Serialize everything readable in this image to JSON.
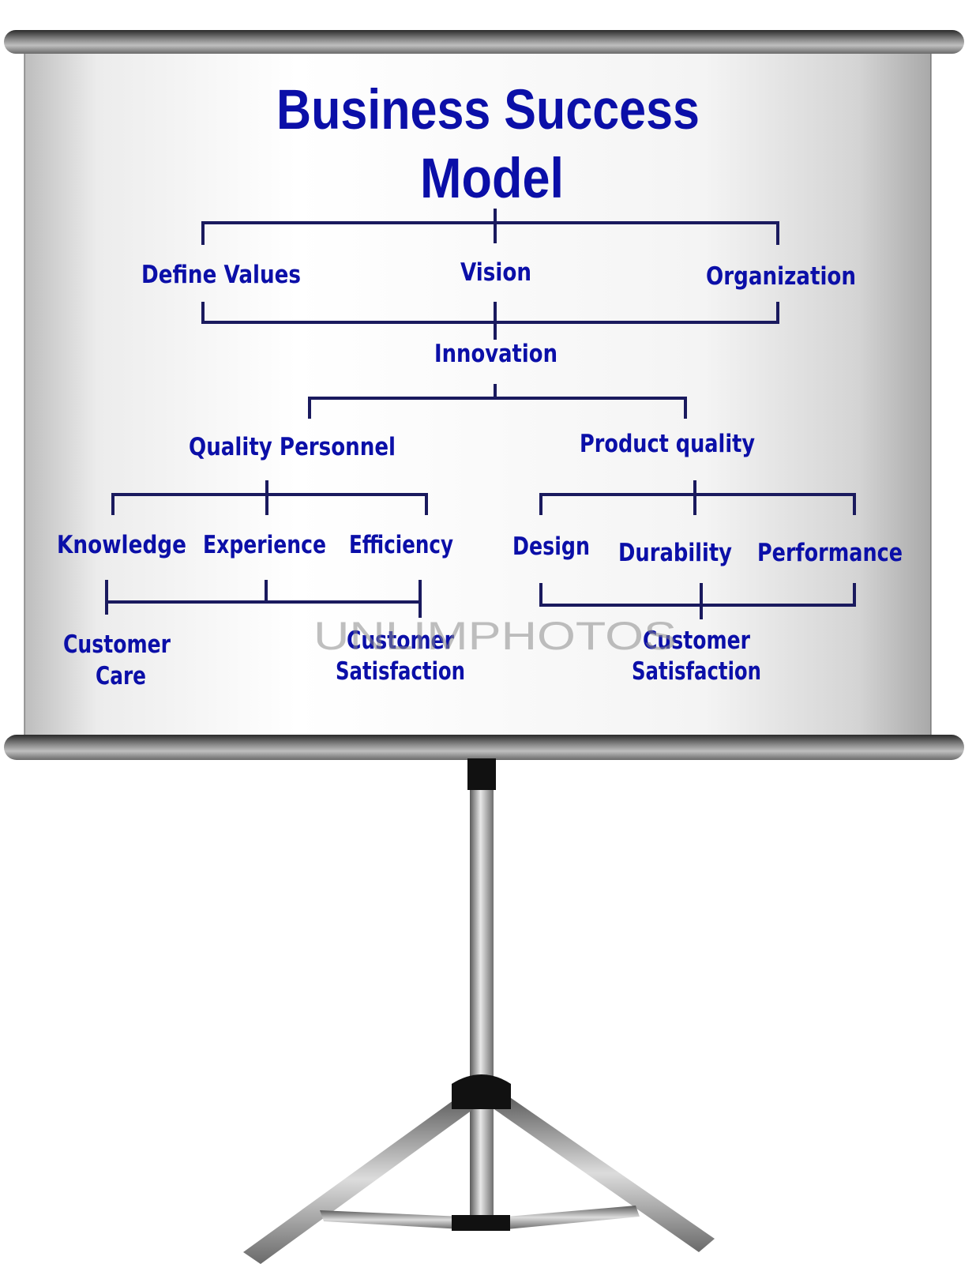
{
  "diagram": {
    "title_line1": "Business Success",
    "title_line2": "Model",
    "level1": [
      "Define Values",
      "Vision",
      "Organization"
    ],
    "center": "Innovation",
    "branches": [
      "Quality Personnel",
      "Product quality"
    ],
    "personnel_items": [
      "Knowledge",
      "Experience",
      "Efficiency"
    ],
    "product_items": [
      "Design",
      "Durability",
      "Performance"
    ],
    "outcomes": {
      "customer_care": [
        "Customer",
        "Care"
      ],
      "satisfaction_left": [
        "Customer",
        "Satisfaction"
      ],
      "satisfaction_right": [
        "Customer",
        "Satisfaction"
      ]
    }
  },
  "watermark": "UNLIMPHOTOS",
  "colors": {
    "text": "#0b0fa8",
    "lines": "#1a1a5e",
    "roller": "#555555",
    "stand": "#888888"
  }
}
